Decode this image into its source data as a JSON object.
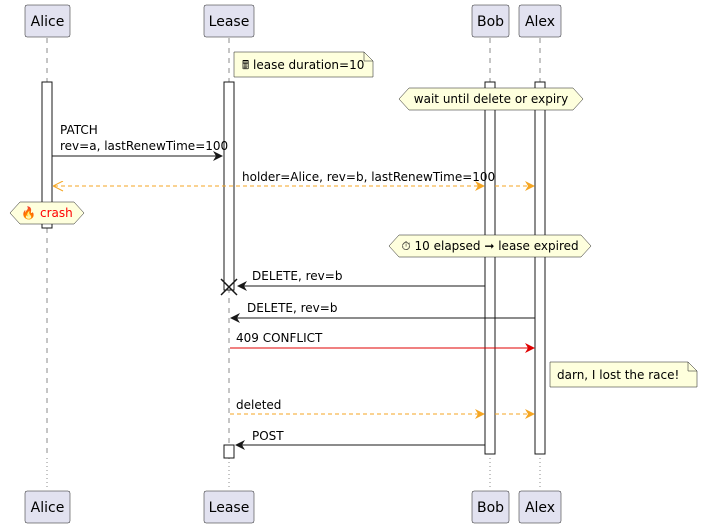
{
  "participants": [
    "Alice",
    "Lease",
    "Bob",
    "Alex"
  ],
  "colors": {
    "participant_fill": "#E2E2F0",
    "note_fill": "#FEFFDD",
    "line": "#181818",
    "orange": "#F5A623",
    "red": "#E00000",
    "crash_text": "#FF0000"
  },
  "notes": {
    "lease_duration": "🖩 lease duration=10",
    "lost_race": "darn, I lost the race!"
  },
  "hexes": {
    "wait": "wait until delete or expiry",
    "crash": "🔥 crash",
    "elapsed": "⏱ 10 elapsed ➞ lease expired"
  },
  "messages": {
    "patch_line1": "PATCH",
    "patch_line2": "rev=a, lastRenewTime=100",
    "holder": "holder=Alice, rev=b, lastRenewTime=100",
    "delete_bob": "DELETE, rev=b",
    "delete_alex": "DELETE, rev=b",
    "conflict": "409 CONFLICT",
    "deleted": "deleted",
    "post": "POST"
  }
}
